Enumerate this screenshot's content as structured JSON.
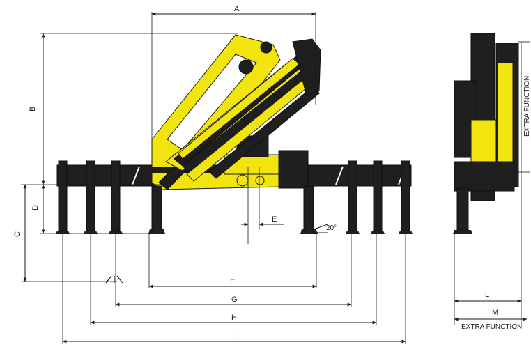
{
  "dimensions": {
    "A": "A",
    "B": "B",
    "C": "C",
    "D": "D",
    "E": "E",
    "F": "F",
    "G": "G",
    "H": "H",
    "I": "I",
    "L": "L",
    "M": "M"
  },
  "angle": "20°",
  "extra_function": "EXTRA FUNCTION",
  "extra_function_vertical": "EXTRA FUNCTION",
  "colors": {
    "crane_yellow": "#f1e40f",
    "crane_dark": "#1f1f1f"
  }
}
